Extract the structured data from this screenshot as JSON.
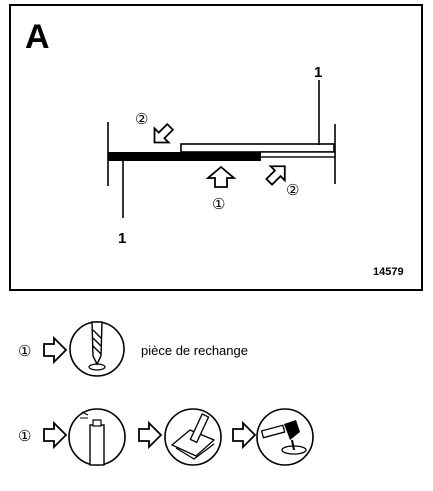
{
  "figure": {
    "panel_label": "A",
    "reference_number": "14579",
    "part_labels": [
      "1",
      "1"
    ],
    "step_markers": [
      "②",
      "①",
      "②"
    ]
  },
  "legend": {
    "row1": {
      "step_marker": "①",
      "caption": "pièce de rechange",
      "icons": [
        "arrow-right-icon",
        "drill-bit-icon"
      ]
    },
    "row2": {
      "step_marker": "①",
      "icons": [
        "arrow-right-icon",
        "spray-can-icon",
        "arrow-right-icon",
        "spreading-tool-icon",
        "arrow-right-icon",
        "hammer-punch-icon"
      ]
    }
  },
  "colors": {
    "ink": "#000000",
    "paper": "#ffffff"
  }
}
